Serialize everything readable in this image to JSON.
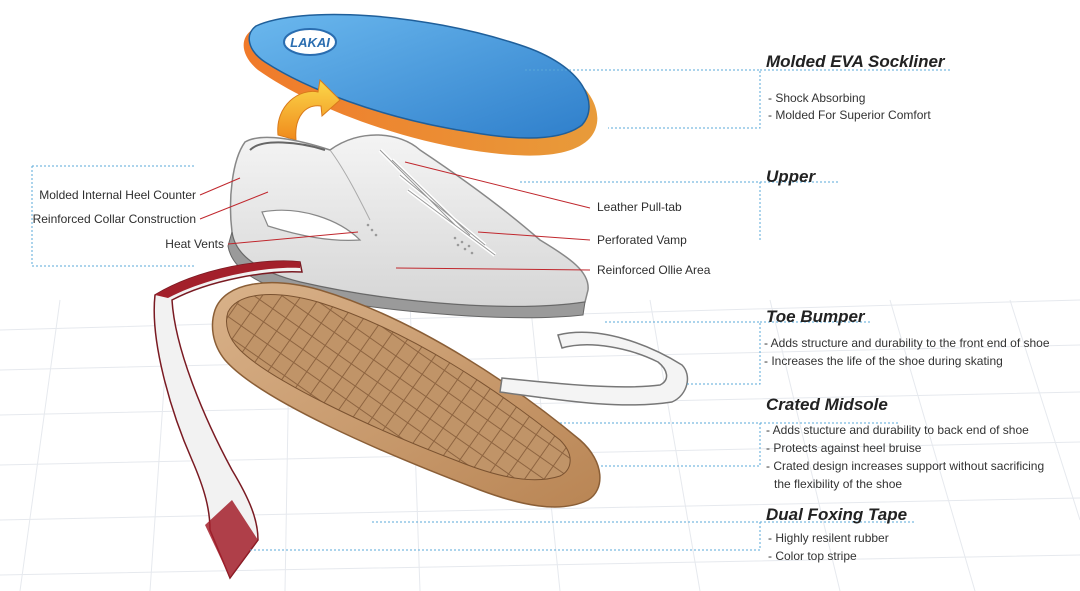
{
  "brand_logo": "LAKAI",
  "left_callouts": [
    {
      "label": "Molded Internal Heel Counter"
    },
    {
      "label": "Reinforced Collar Construction"
    },
    {
      "label": "Heat Vents"
    }
  ],
  "center_callouts": [
    {
      "label": "Leather Pull-tab"
    },
    {
      "label": "Perforated Vamp"
    },
    {
      "label": "Reinforced Ollie Area"
    }
  ],
  "sections": [
    {
      "title": "Molded EVA Sockliner",
      "bullets": [
        "- Shock Absorbing",
        "- Molded For Superior Comfort"
      ]
    },
    {
      "title": "Upper",
      "bullets": []
    },
    {
      "title": "Toe Bumper",
      "bullets": [
        "- Adds structure and durability to the front end of shoe",
        "- Increases the life of the shoe during skating"
      ]
    },
    {
      "title": "Crated Midsole",
      "bullets": [
        "- Adds stucture and durability to back end of shoe",
        "- Protects against heel bruise",
        "- Crated design increases support without sacrificing",
        "the flexibility of the shoe"
      ]
    },
    {
      "title": "Dual Foxing Tape",
      "bullets": [
        "- Highly resilent rubber",
        "- Color top stripe"
      ]
    }
  ],
  "colors": {
    "sockliner": "#3d8fd6",
    "sockliner_edge": "#e8772a",
    "callout_line": "#c0272d",
    "leader": "#5aa8d8",
    "midsole": "#c79a6a"
  }
}
